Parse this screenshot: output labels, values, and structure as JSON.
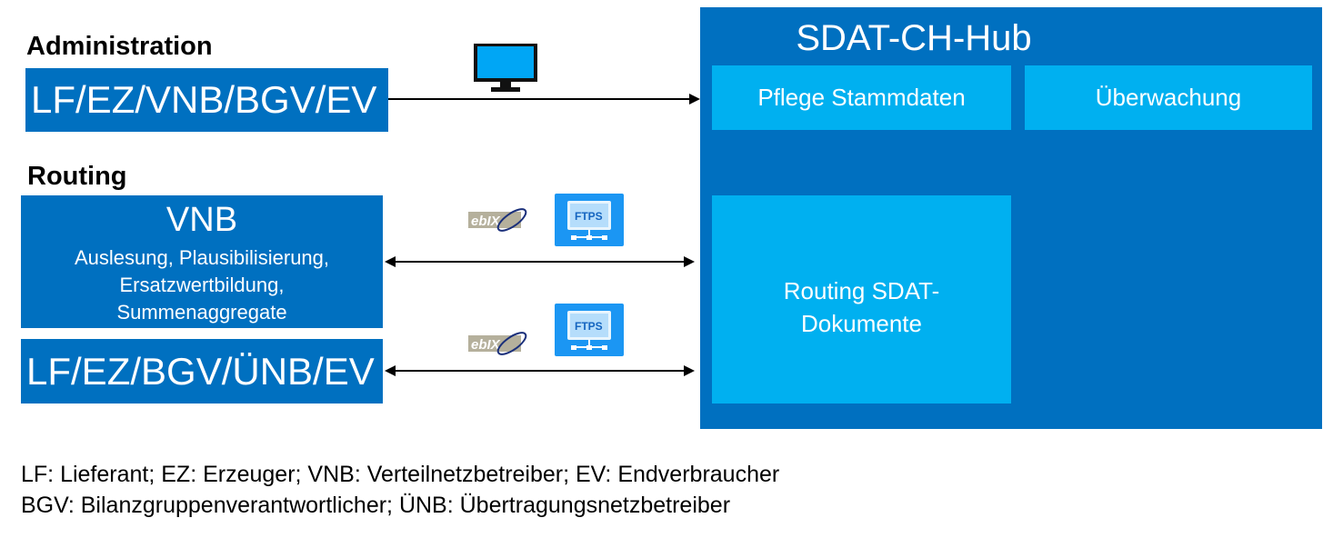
{
  "administration": {
    "heading": "Administration",
    "box_label": "LF/EZ/VNB/BGV/EV",
    "monitor_icon": "monitor-icon"
  },
  "routing": {
    "heading": "Routing",
    "vnb_title": "VNB",
    "vnb_lines": [
      "Auslesung, Plausibilisierung,",
      "Ersatzwertbildung,",
      "Summenaggregate"
    ],
    "participants_label": "LF/EZ/BGV/ÜNB/EV",
    "protocol_logos": [
      "ebIX",
      "FTPS"
    ]
  },
  "hub": {
    "title": "SDAT-CH-Hub",
    "pflege": "Pflege Stammdaten",
    "ueberwachung": "Überwachung",
    "routing_doc_line1": "Routing SDAT-",
    "routing_doc_line2": "Dokumente"
  },
  "legend": {
    "line1": "LF: Lieferant; EZ: Erzeuger; VNB: Verteilnetzbetreiber; EV: Endverbraucher",
    "line2": "BGV: Bilanzgruppenverantwortlicher; ÜNB: Übertragungsnetzbetreiber"
  },
  "colors": {
    "dark_blue": "#0070c0",
    "light_blue": "#00b0f0",
    "ftps_blue": "#1b96f3"
  }
}
